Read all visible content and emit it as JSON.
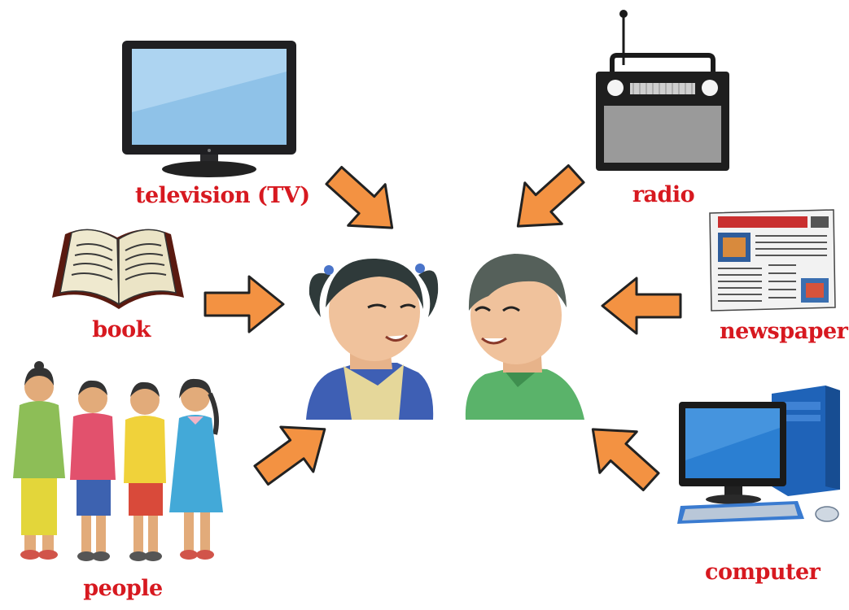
{
  "labels": {
    "tv": "television (TV)",
    "radio": "radio",
    "book": "book",
    "newspaper": "newspaper",
    "people": "people",
    "computer": "computer"
  },
  "colors": {
    "label": "#d71920",
    "arrow_fill": "#f39242",
    "arrow_stroke": "#222222",
    "outline": "#1a1a1a"
  },
  "icons": {
    "tv": "tv-icon",
    "radio": "radio-icon",
    "book": "book-icon",
    "newspaper": "newspaper-icon",
    "people": "people-icon",
    "computer": "computer-icon",
    "children": "children-talking"
  }
}
